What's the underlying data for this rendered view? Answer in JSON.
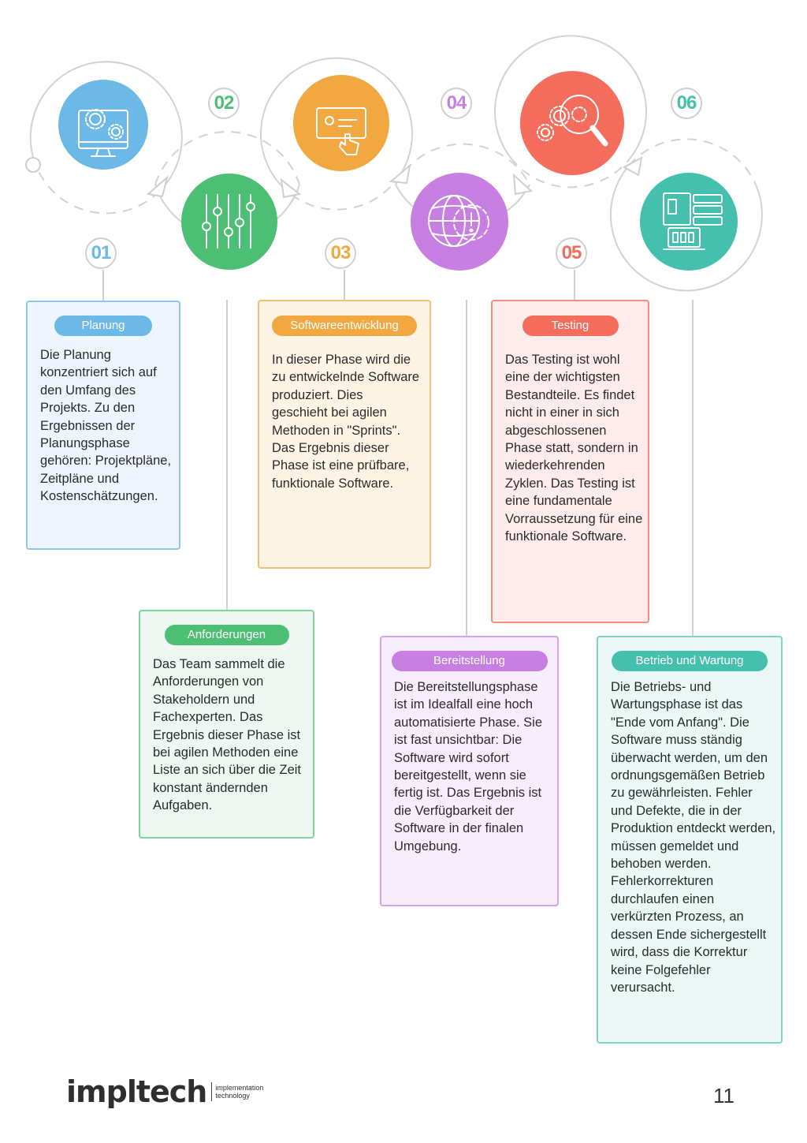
{
  "steps": [
    {
      "num": "01",
      "title": "Planung",
      "text": "Die Planung konzentriert sich auf den Umfang des Projekts. Zu den Ergebnissen der Planungsphase gehören: Projektpläne, Zeitpläne und Kostenschätzungen.",
      "color": "#6cb8e6",
      "icon": "monitor-gears-icon"
    },
    {
      "num": "02",
      "title": "Anforderungen",
      "text": "Das Team sammelt die Anforderungen von Stakeholdern und Fachexperten. Das Ergebnis dieser Phase ist bei agilen Methoden eine Liste an sich über die Zeit konstant ändernden Aufgaben.",
      "color": "#4dbf74",
      "icon": "sliders-icon"
    },
    {
      "num": "03",
      "title": "Softwareentwicklung",
      "text": "In dieser Phase wird die zu entwickelnde Software produziert. Dies geschieht bei agilen Methoden in \"Sprints\". Das Ergebnis dieser Phase ist eine prüfbare, funktionale Software.",
      "color": "#f2a841",
      "icon": "touchscreen-icon"
    },
    {
      "num": "04",
      "title": "Bereitstellung",
      "text": "Die Bereitstellungsphase ist im Idealfall eine hoch automatisierte Phase. Sie ist fast unsichtbar: Die Software wird sofort bereitgestellt, wenn sie fertig ist. Das Ergebnis ist die Verfügbarkeit der Software in der finalen Umgebung.",
      "color": "#c77fe2",
      "icon": "globe-gear-icon"
    },
    {
      "num": "05",
      "title": "Testing",
      "text": "Das Testing ist wohl eine der wichtigsten Bestandteile. Es findet nicht in einer in sich abgeschlossenen Phase statt, sondern in wiederkehrenden Zyklen. Das Testing ist eine fundamentale Vorraussetzung für eine funktionale Software.",
      "color": "#f36c5c",
      "icon": "magnifier-gears-icon"
    },
    {
      "num": "06",
      "title": "Betrieb und Wartung",
      "text": "Die Betriebs- und Wartungsphase ist das \"Ende vom Anfang\". Die Software muss ständig überwacht werden, um den ordnungsgemäßen Betrieb zu gewährleisten. Fehler und Defekte, die in der Produktion entdeckt werden, müssen gemeldet und behoben werden. Fehlerkorrekturen durchlaufen einen verkürzten Prozess, an dessen Ende sichergestellt wird, dass die Korrektur keine Folgefehler verursacht.",
      "color": "#45bfae",
      "icon": "server-dashboard-icon"
    }
  ],
  "footer": {
    "logo": "impltech",
    "logo_sub1": "implementation",
    "logo_sub2": "technology",
    "page": "11"
  }
}
